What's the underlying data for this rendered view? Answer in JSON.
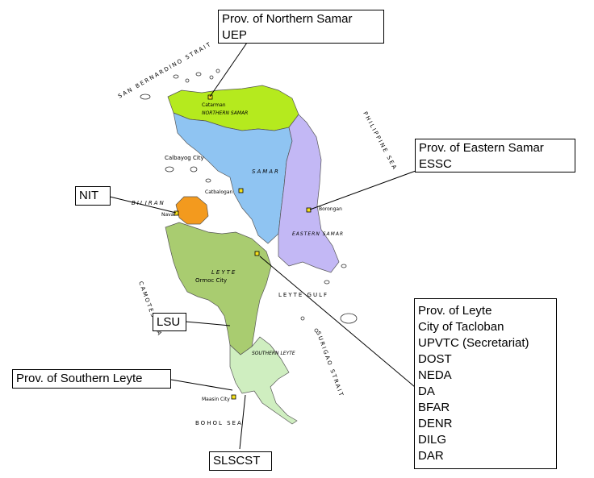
{
  "callouts": {
    "northern_samar": [
      "Prov. of Northern Samar",
      "UEP"
    ],
    "eastern_samar": [
      "Prov. of Eastern Samar",
      "ESSC"
    ],
    "nit": [
      "NIT"
    ],
    "lsu": [
      "LSU"
    ],
    "southern_leyte": [
      "Prov. of Southern Leyte"
    ],
    "slscst": [
      "SLSCST"
    ],
    "leyte": [
      "Prov. of Leyte",
      "City of Tacloban",
      "UPVTC (Secretariat)",
      "DOST",
      "NEDA",
      "DA",
      "BFAR",
      "DENR",
      "DILG",
      "DAR"
    ]
  },
  "map_labels": {
    "catarman": "Catarman",
    "northern_samar": "NORTHERN SAMAR",
    "calbayog": "Calbayog City",
    "samar": "SAMAR",
    "catbalogan": "Catbalogan",
    "borongan": "Borongan",
    "eastern_samar": "EASTERN SAMAR",
    "biliran": "BILIRAN",
    "naval": "Naval",
    "leyte": "LEYTE",
    "ormoc": "Ormoc City",
    "southern_leyte": "SOUTHERN LEYTE",
    "maasin": "Maasin City",
    "san_bernardino": "SAN BERNARDINO STRAIT",
    "philippine_sea": "PHILIPPINE SEA",
    "camotes_sea": "CAMOTES SEA",
    "leyte_gulf": "LEYTE GULF",
    "surigao_strait": "SURIGAO STRAIT",
    "bohol_sea": "BOHOL SEA"
  },
  "colors": {
    "northern_samar": "#b5ea1e",
    "samar": "#8fc4f2",
    "eastern_samar": "#c3b8f5",
    "biliran": "#f39a1e",
    "leyte": "#a9cc70",
    "southern_leyte": "#cfeec0",
    "provincial_capital": "#f6e21e"
  }
}
